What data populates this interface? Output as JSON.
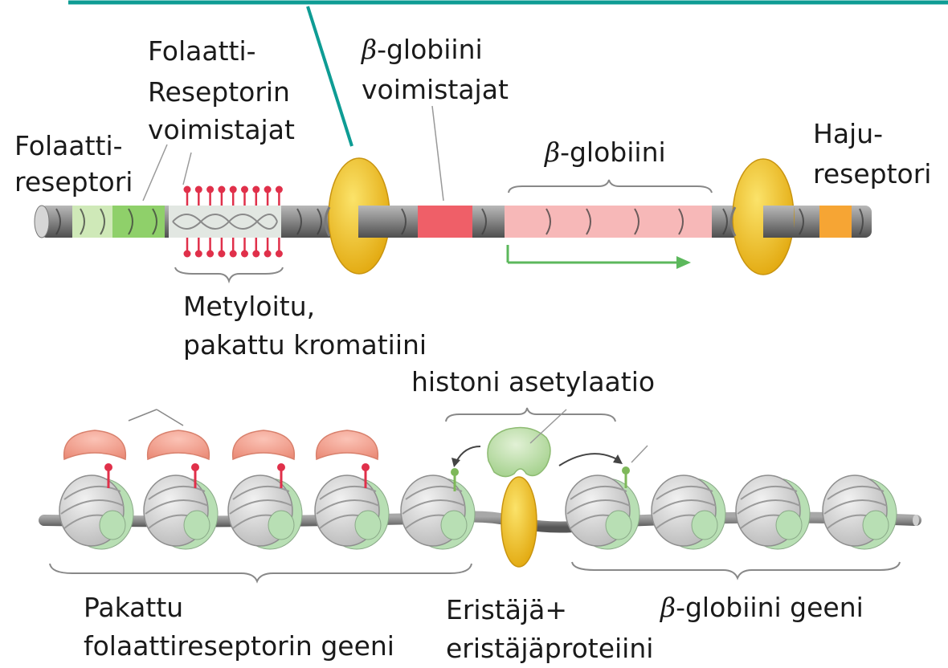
{
  "labels": {
    "folate_receptor_l1": "Folaatti-",
    "folate_receptor_l2": "reseptori",
    "folate_enhancers_l1": "Folaatti-",
    "folate_enhancers_l2": "Reseptorin",
    "folate_enhancers_l3": "voimistajat",
    "beta_enhancers_symbol": "β",
    "beta_enhancers_l1": "-globiini",
    "beta_enhancers_l2": "voimistajat",
    "beta_globin_symbol": "β",
    "beta_globin": "-globiini",
    "olfactory_l1": "Haju-",
    "olfactory_l2": "reseptori",
    "methylated_l1": "Metyloitu,",
    "methylated_l2": "pakattu kromatiini",
    "histone_acetylation": "histoni asetylaatio",
    "packed_folate_l1": "Pakattu",
    "packed_folate_l2": "folaattireseptorin geeni",
    "insulator_l1": "Eristäjä+",
    "insulator_l2": "eristäjäproteiini",
    "beta_gene_symbol": "β",
    "beta_gene": "-globiini geeni"
  },
  "colors": {
    "teal_line": "#0e9c94",
    "dna_gray": "#6e6e6e",
    "insulator_yellow": "#f2c01a",
    "methyl_red": "#e0304a",
    "beta_pink": "#f7b8b8",
    "enhancer_red": "#ef5f68",
    "folate_green": "#8fd06a",
    "olfactory_orange": "#f6a534",
    "nucleosome_gray": "#d4d4d4",
    "core_green": "#b8dfb4",
    "repressor_salmon": "#f09a88",
    "hat_green": "#b2d79a",
    "arrow_green": "#5cb85c"
  }
}
